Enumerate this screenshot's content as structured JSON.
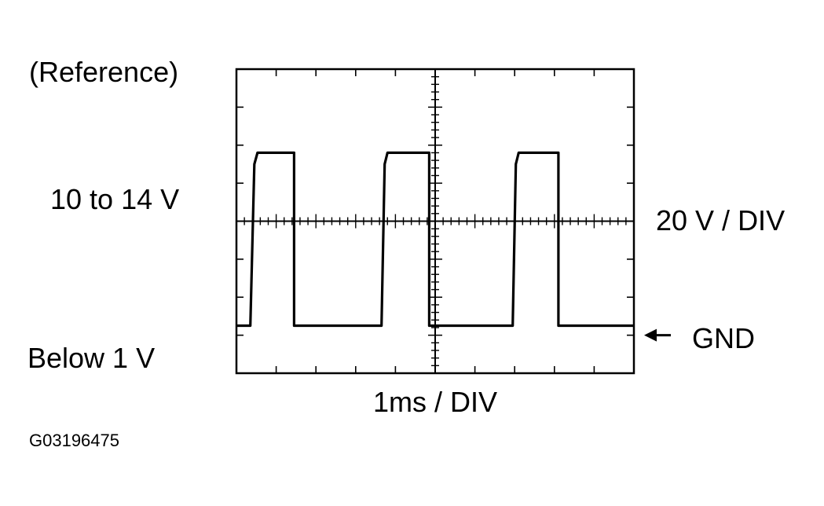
{
  "labels": {
    "reference": "(Reference)",
    "high_level": "10 to 14 V",
    "low_level": "Below 1 V",
    "volt_div": "20 V / DIV",
    "gnd": "GND",
    "time_div": "1ms / DIV",
    "figure_id": "G03196475"
  },
  "icons": {
    "gnd_marker": "left-arrow-icon"
  },
  "colors": {
    "ink": "#000000",
    "background": "#ffffff"
  },
  "chart_data": {
    "type": "line",
    "divisions": {
      "horizontal": 10,
      "vertical": 8
    },
    "time_per_div_ms": 1,
    "volts_per_div": 20,
    "gnd_division": 1,
    "series": [
      {
        "values_div": [
          [
            0.0,
            1.25
          ],
          [
            0.35,
            1.25
          ],
          [
            0.45,
            5.5
          ],
          [
            0.53,
            5.8
          ],
          [
            1.45,
            5.8
          ],
          [
            1.45,
            1.25
          ],
          [
            3.65,
            1.25
          ],
          [
            3.73,
            5.5
          ],
          [
            3.8,
            5.8
          ],
          [
            4.85,
            5.8
          ],
          [
            4.85,
            1.25
          ],
          [
            6.95,
            1.25
          ],
          [
            7.03,
            5.5
          ],
          [
            7.1,
            5.8
          ],
          [
            8.1,
            5.8
          ],
          [
            8.1,
            1.25
          ],
          [
            10.0,
            1.25
          ]
        ]
      }
    ]
  }
}
